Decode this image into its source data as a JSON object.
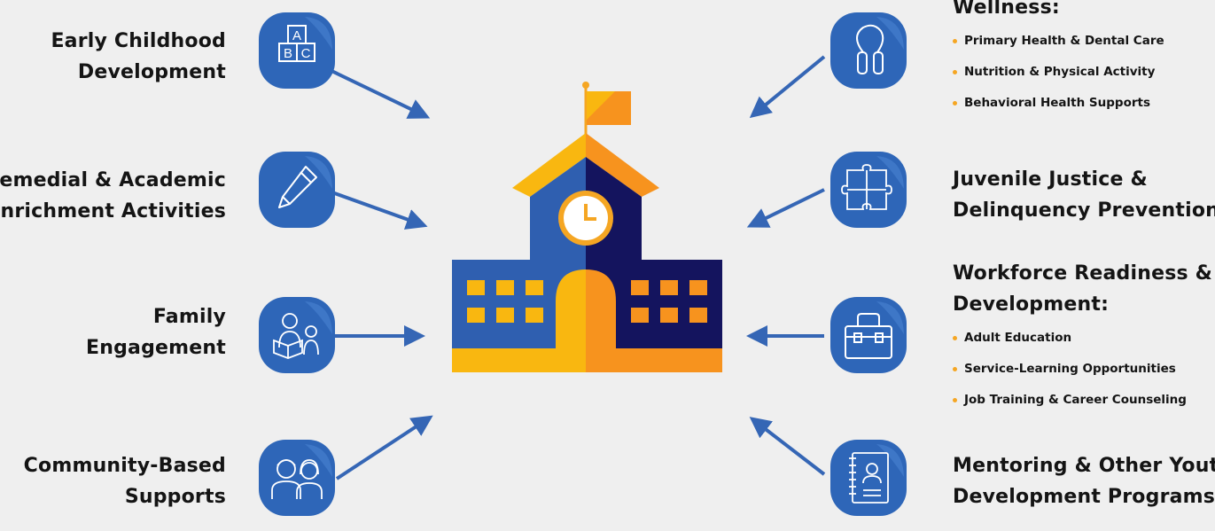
{
  "left_items": [
    {
      "lines": [
        "Early Childhood",
        "Development"
      ],
      "icon": "abc-blocks-icon"
    },
    {
      "lines": [
        "Remedial & Academic",
        "Enrichment Activities"
      ],
      "icon": "pencil-icon"
    },
    {
      "lines": [
        "Family",
        "Engagement"
      ],
      "icon": "reading-family-icon"
    },
    {
      "lines": [
        "Community-Based",
        "Supports"
      ],
      "icon": "people-icon"
    }
  ],
  "right_items": [
    {
      "lines": [
        "Wellness:"
      ],
      "bullets": [
        "Primary Health & Dental Care",
        "Nutrition & Physical Activity",
        "Behavioral Health Supports"
      ],
      "icon": "jump-rope-icon"
    },
    {
      "lines": [
        "Juvenile Justice &",
        "Delinquency Prevention"
      ],
      "icon": "puzzle-icon"
    },
    {
      "lines": [
        "Workforce Readiness &",
        "Development:"
      ],
      "bullets": [
        "Adult Education",
        "Service-Learning Opportunities",
        "Job Training & Career Counseling"
      ],
      "icon": "briefcase-icon"
    },
    {
      "lines": [
        "Mentoring & Other Youth",
        "Development Programs"
      ],
      "icon": "notebook-icon"
    }
  ],
  "center_icon": "school-building-icon",
  "colors": {
    "tile_blue": "#2e66b8",
    "arrow_blue": "#3566b5",
    "school_blue": "#2f5fb0",
    "school_navy": "#14145e",
    "school_yellow": "#f9b710",
    "school_orange": "#f7931e"
  }
}
